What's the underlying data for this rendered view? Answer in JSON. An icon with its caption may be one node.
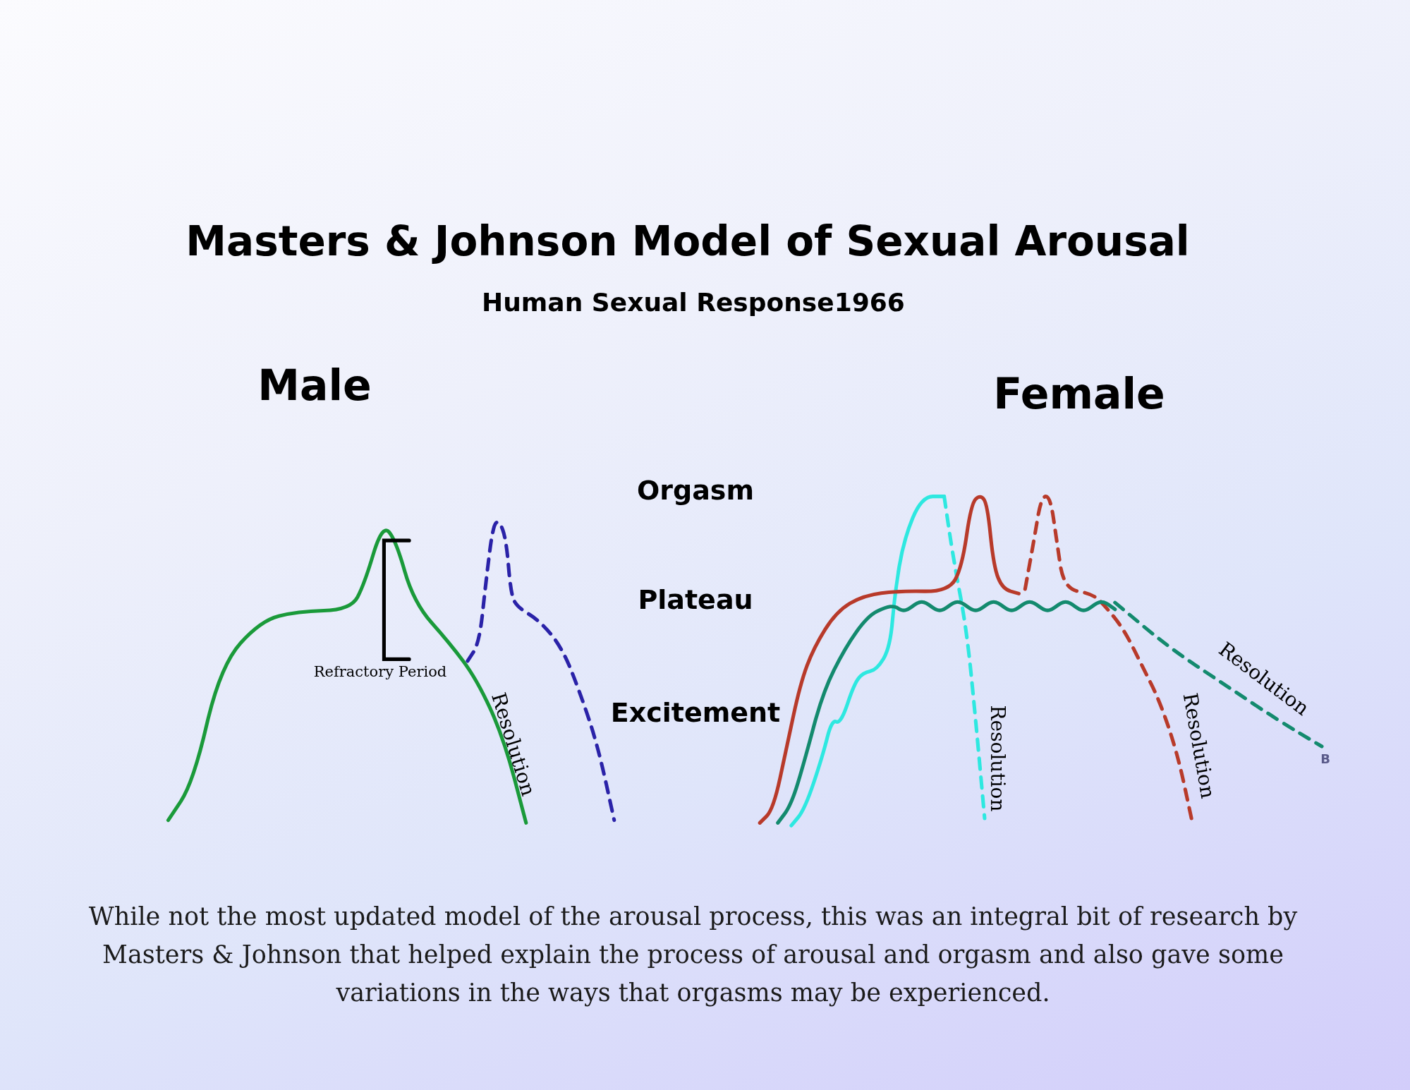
{
  "diagram": {
    "title": "Masters & Johnson Model of Sexual Arousal",
    "caption": "While not the most updated model of the arousal process, this was an integral bit of research by Masters & Johnson that helped explain the process of arousal and orgasm and also gave some variations in the ways that orgasms may be experienced.",
    "labels": [
      "Human Sexual Response1966",
      "Male",
      "Female",
      "Orgasm",
      "Plateau",
      "Refractory Period",
      "Resolution",
      "Excitement",
      "Resolution",
      "Resolution",
      "Resolution",
      "B"
    ]
  }
}
